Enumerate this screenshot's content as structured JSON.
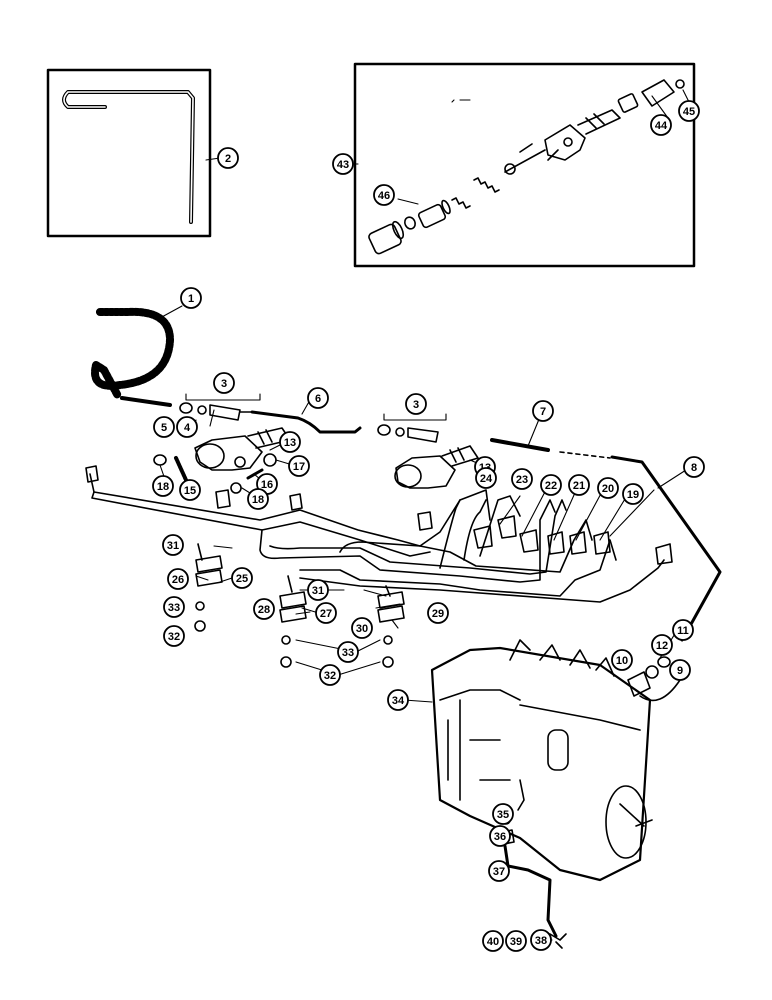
{
  "diagram": {
    "ink_color": "#000000",
    "background": "#ffffff",
    "insets": [
      {
        "id": "inset-left",
        "callouts": [
          "2"
        ]
      },
      {
        "id": "inset-right",
        "callouts": [
          "43",
          "44",
          "45",
          "46"
        ]
      }
    ],
    "callouts": {
      "c1": "1",
      "c2": "2",
      "c3a": "3",
      "c3b": "3",
      "c4": "4",
      "c5": "5",
      "c6": "6",
      "c7": "7",
      "c8": "8",
      "c9": "9",
      "c10": "10",
      "c11": "11",
      "c12": "12",
      "c13a": "13",
      "c13b": "13",
      "c15": "15",
      "c16": "16",
      "c17": "17",
      "c18a": "18",
      "c18b": "18",
      "c19": "19",
      "c20": "20",
      "c21": "21",
      "c22": "22",
      "c23": "23",
      "c24": "24",
      "c25": "25",
      "c26": "26",
      "c27": "27",
      "c28": "28",
      "c29": "29",
      "c30": "30",
      "c31a": "31",
      "c31b": "31",
      "c32a": "32",
      "c32b": "32",
      "c33a": "33",
      "c33b": "33",
      "c34": "34",
      "c35": "35",
      "c36": "36",
      "c37": "37",
      "c38": "38",
      "c39": "39",
      "c40": "40",
      "c43": "43",
      "c44": "44",
      "c45": "45",
      "c46": "46"
    }
  }
}
